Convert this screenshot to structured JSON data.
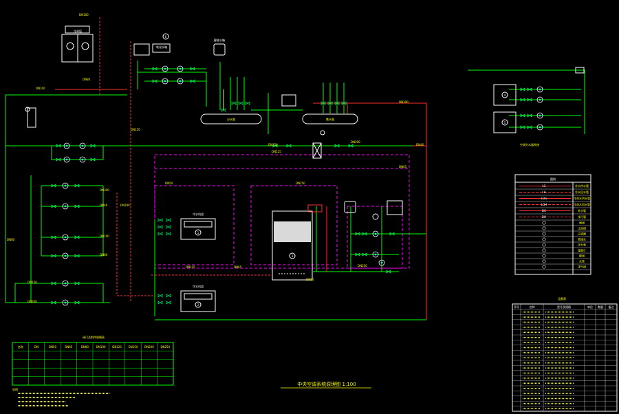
{
  "drawing": {
    "title": "中央空调系统原理图 1:100",
    "legend_title": "图例",
    "equipment_table_title": "设备表",
    "schedule_table_title": "阀门及附件规格表",
    "remote_system_caption": "空调分水器系统",
    "pipe_legend": [
      {
        "code": "LG",
        "desc": "冷水供水管",
        "color": "#ff3030"
      },
      {
        "code": "LH",
        "desc": "冷水回水管",
        "color": "#ff3030"
      },
      {
        "code": "LDG",
        "desc": "冷却水供水管",
        "color": "#ff3030"
      },
      {
        "code": "LQH",
        "desc": "冷却水回水管",
        "color": "#ff3030"
      },
      {
        "code": "DG",
        "desc": "补水管",
        "color": "#ff3030"
      },
      {
        "code": "DH",
        "desc": "排污管",
        "color": "#ff3030"
      }
    ],
    "legend_symbols": [
      "闸阀",
      "止回阀",
      "过滤器",
      "软接头",
      "压力表",
      "温度计",
      "蝶阀",
      "水泵",
      "排气阀"
    ],
    "unit_labels": {
      "chiller_a": "冷水机组",
      "chiller_b": "冷水机组",
      "tower": "冷却塔",
      "tank": "膨胀水箱",
      "softener": "软化水箱",
      "supply_header": "分水器",
      "return_header": "集水器",
      "circle_1": "1",
      "circle_2": "2",
      "circle_3": "3",
      "circle_4": "4",
      "circle_5": "5",
      "circle_6": "6"
    },
    "pipe_tags": [
      "DN100",
      "DN80",
      "DN150",
      "DN200",
      "DN125",
      "DN65",
      "DN50",
      "DN250",
      "DN300",
      "DN40"
    ],
    "equipment_header": [
      "序号",
      "名称",
      "型号及规格",
      "单位",
      "数量",
      "备注"
    ],
    "schedule_header": [
      "名称",
      "DN",
      "DN50",
      "DN65",
      "DN80",
      "DN100",
      "DN125",
      "DN150",
      "DN200",
      "DN250"
    ],
    "notes_title": "说明"
  }
}
